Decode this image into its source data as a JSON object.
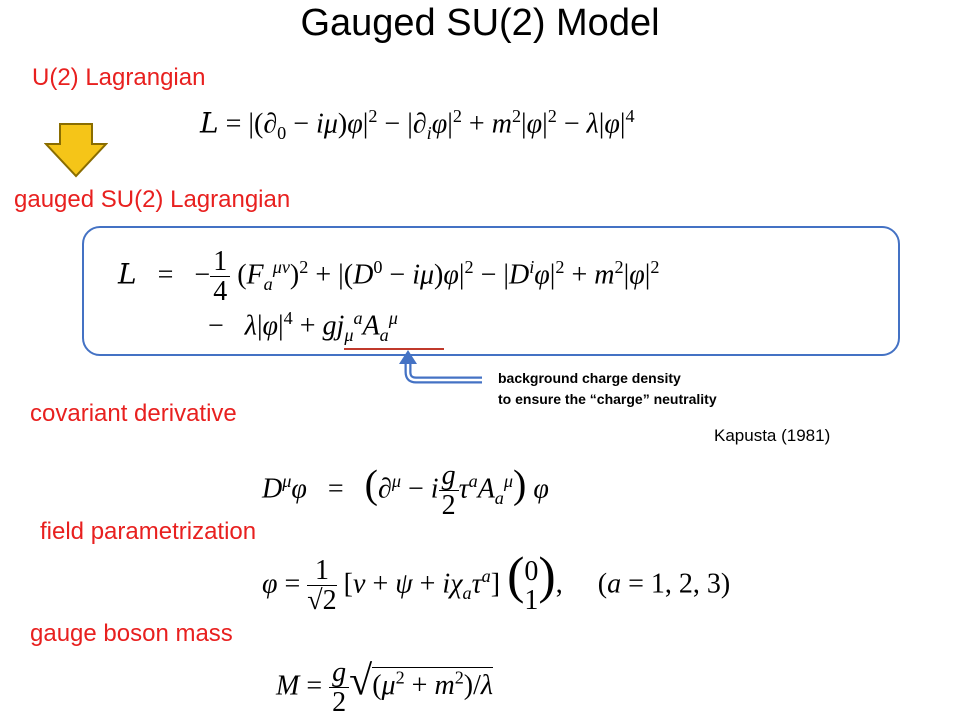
{
  "title": "Gauged SU(2) Model",
  "sections": {
    "u2": "U(2) Lagrangian",
    "su2": "gauged SU(2) Lagrangian",
    "covariant": "covariant derivative",
    "field": "field parametrization",
    "mass": "gauge boson mass"
  },
  "annotation": {
    "line1": "background charge density",
    "line2": "to ensure the “charge” neutrality"
  },
  "citation": "Kapusta (1981)",
  "colors": {
    "title": "#000000",
    "section_label": "#e8201f",
    "down_arrow_fill": "#f5c518",
    "down_arrow_stroke": "#8a6d00",
    "box_border": "#4472c4",
    "pointer_arrow": "#4472c4",
    "underline": "#c0392b"
  },
  "icons": {
    "down_arrow": "down-arrow-icon",
    "pointer_arrow": "bent-arrow-icon"
  }
}
